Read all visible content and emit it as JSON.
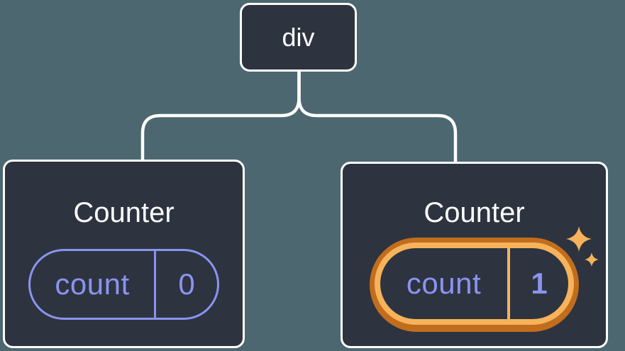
{
  "diagram": {
    "description": "Component tree with a div root and two Counter children; the second Counter's state was updated",
    "root": {
      "label": "div"
    },
    "children": [
      {
        "title": "Counter",
        "state": {
          "key": "count",
          "value": "0"
        },
        "highlighted": false
      },
      {
        "title": "Counter",
        "state": {
          "key": "count",
          "value": "1"
        },
        "highlighted": true
      }
    ],
    "colors": {
      "background": "#4c6770",
      "node_fill": "#2d3440",
      "node_border": "#ffffff",
      "connector": "#ffffff",
      "state_accent": "#8b93f0",
      "highlight_outer": "#c26d1d",
      "highlight_inner": "#f6b35b"
    }
  }
}
